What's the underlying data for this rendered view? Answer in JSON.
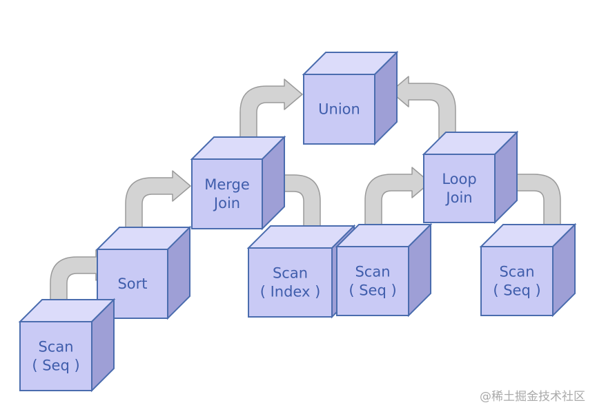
{
  "nodes": {
    "union": {
      "lines": [
        "Union"
      ]
    },
    "merge_join": {
      "lines": [
        "Merge",
        "Join"
      ]
    },
    "loop_join": {
      "lines": [
        "Loop",
        "Join"
      ]
    },
    "sort": {
      "lines": [
        "Sort"
      ]
    },
    "scan_index": {
      "lines": [
        "Scan",
        "( Index )"
      ]
    },
    "scan_seq_1": {
      "lines": [
        "Scan",
        "( Seq )"
      ]
    },
    "scan_seq_2": {
      "lines": [
        "Scan",
        "( Seq )"
      ]
    },
    "scan_seq_3": {
      "lines": [
        "Scan",
        "( Seq )"
      ]
    }
  },
  "edges": [
    {
      "from": "scan_seq_1",
      "to": "sort"
    },
    {
      "from": "sort",
      "to": "merge_join"
    },
    {
      "from": "scan_index",
      "to": "merge_join"
    },
    {
      "from": "merge_join",
      "to": "union"
    },
    {
      "from": "scan_seq_2",
      "to": "loop_join"
    },
    {
      "from": "scan_seq_3",
      "to": "loop_join"
    },
    {
      "from": "loop_join",
      "to": "union"
    }
  ],
  "watermark": "@稀土掘金技术社区",
  "colors": {
    "cube_front": "#c9caf5",
    "cube_top": "#dcdcfa",
    "cube_side": "#9e9fd6",
    "cube_edge": "#4a6cae",
    "label": "#3f5dab",
    "arrow_fill": "#d3d3d3",
    "arrow_stroke": "#9a9a9a"
  }
}
